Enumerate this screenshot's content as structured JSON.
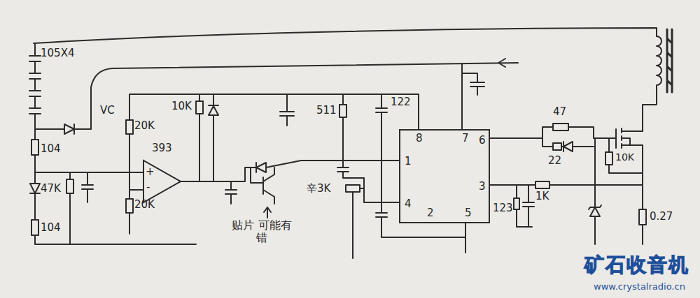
{
  "diagram": {
    "nodes": [
      {
        "text": [
          "393",
          "+",
          "-"
        ]
      },
      {
        "text": [
          "8",
          "7",
          "6",
          "1",
          "3",
          "4",
          "2",
          "5"
        ]
      }
    ],
    "labels": [
      "105X4",
      "VC",
      "104",
      "47K",
      "104",
      "20K",
      "20K",
      "10K",
      "511",
      "122",
      "贴片 可能有错",
      "辛3K",
      "47",
      "22",
      "10K",
      "1K",
      "123",
      "0.27",
      "矿石收音机",
      "www.crystalradio.cn"
    ]
  }
}
